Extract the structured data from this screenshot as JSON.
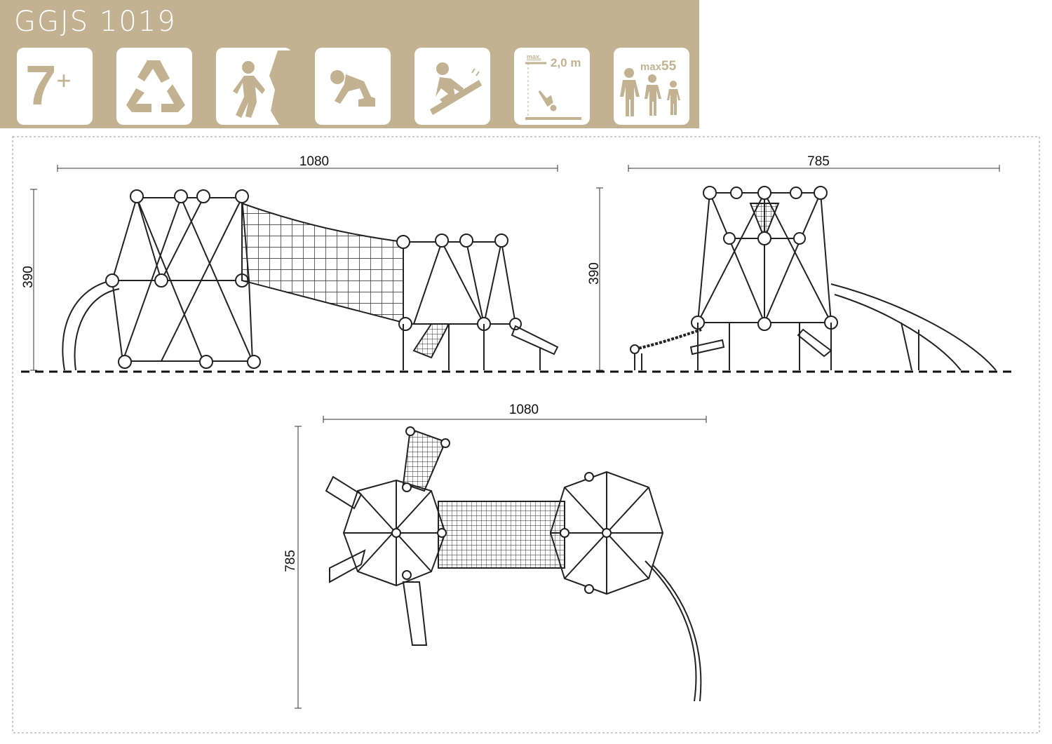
{
  "header": {
    "product_code": "GGJS 1019",
    "background_color": "#c2b291",
    "icons": [
      {
        "name": "age-icon",
        "label": "7",
        "suffix": "+"
      },
      {
        "name": "recycle-icon"
      },
      {
        "name": "climbing-icon"
      },
      {
        "name": "crawling-icon"
      },
      {
        "name": "sliding-icon"
      },
      {
        "name": "fall-height-icon",
        "prefix": "max.",
        "label": "2,0 m"
      },
      {
        "name": "users-capacity-icon",
        "prefix": "max",
        "label": "55"
      }
    ]
  },
  "drawing": {
    "front_view": {
      "width_label": "1080",
      "height_label": "390"
    },
    "side_view": {
      "width_label": "785",
      "height_label": "390"
    },
    "top_view": {
      "width_label": "1080",
      "depth_label": "785"
    }
  }
}
